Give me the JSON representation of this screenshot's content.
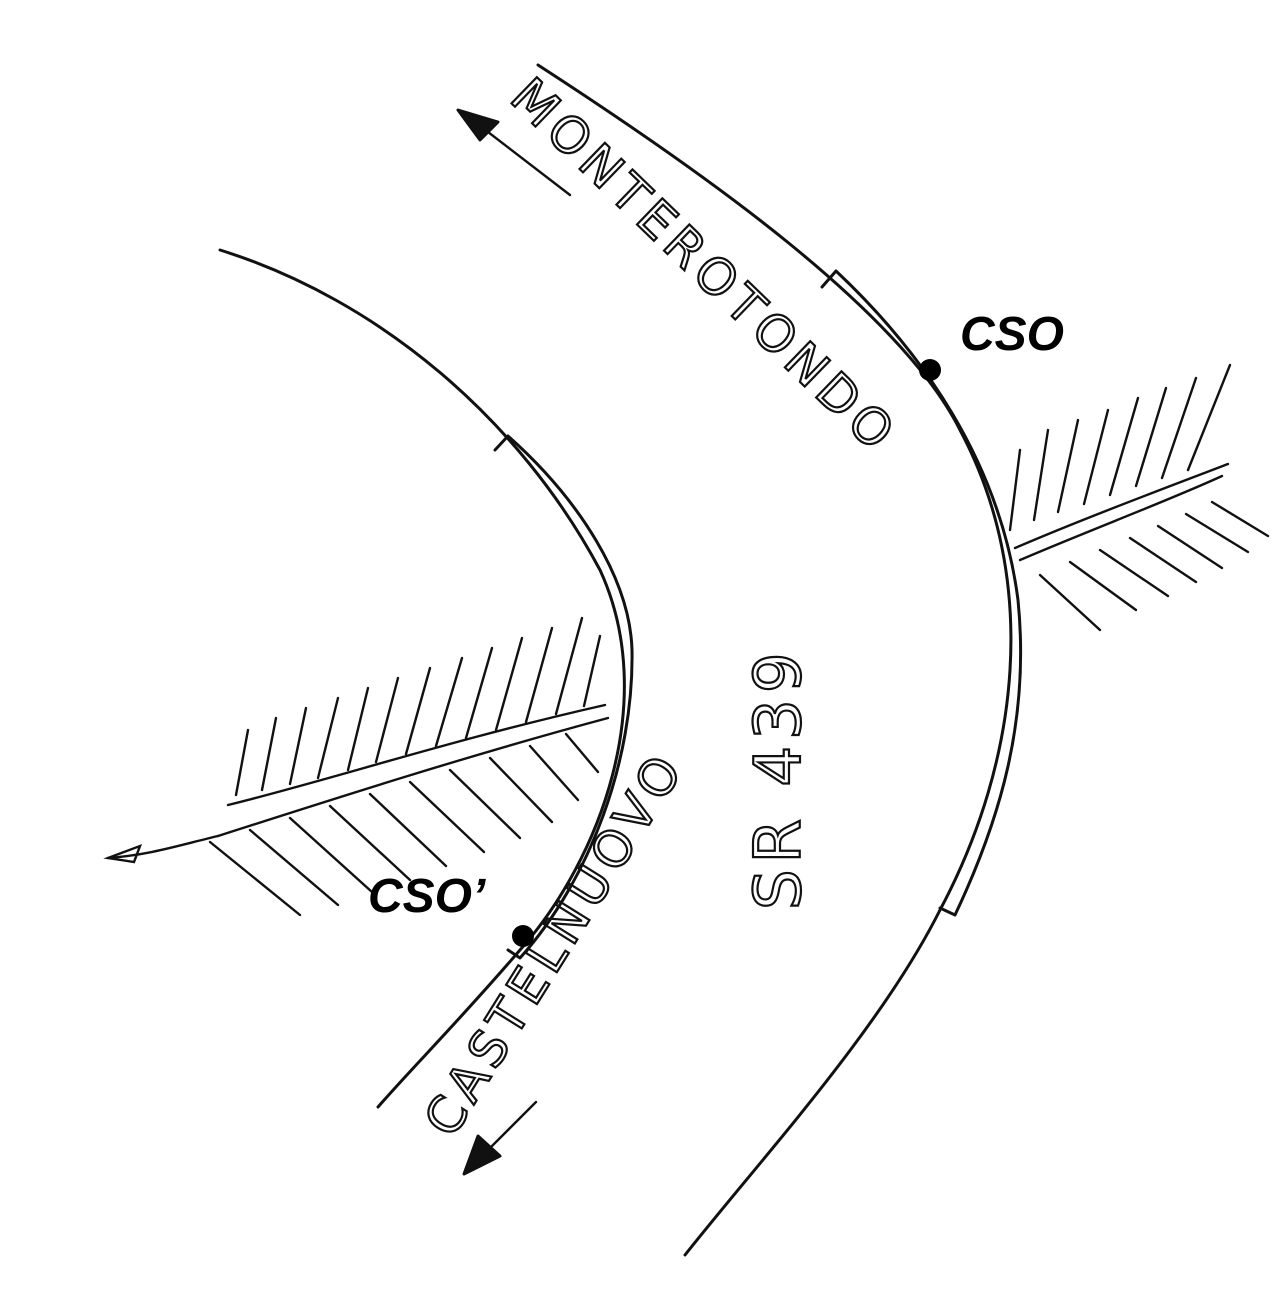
{
  "labels": {
    "north_direction": "MONTEROTONDO",
    "south_direction": "CASTELNUOVO",
    "road_name": "SR 439",
    "point_outer": "CSO",
    "point_inner": "CSO’"
  },
  "colors": {
    "ink": "#111111",
    "paper": "#ffffff"
  },
  "icons": {
    "north_arrow": "arrow-up-left-icon",
    "south_arrow": "arrow-down-left-icon",
    "stream_arrow": "arrow-left-icon"
  }
}
